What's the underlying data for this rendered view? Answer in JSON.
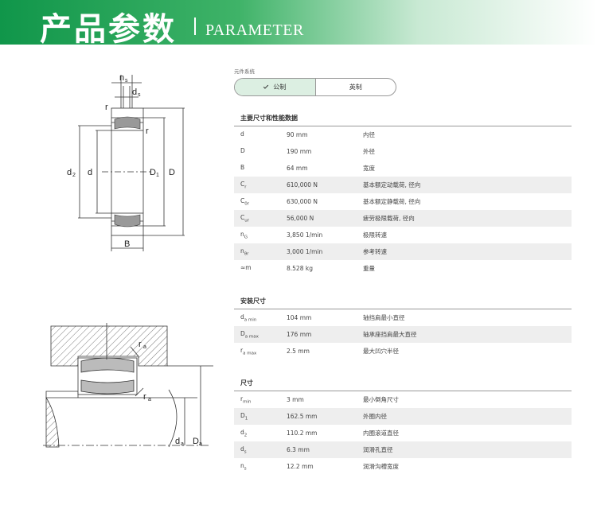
{
  "banner": {
    "title": "产品参数",
    "subtitle": "PARAMETER"
  },
  "diagram_top": {
    "labels": {
      "ns": "n",
      "ns_sub": "s",
      "ds": "d",
      "ds_sub": "s",
      "r1": "r",
      "r2": "r",
      "d2": "d",
      "d2_sub": "2",
      "d": "d",
      "D1": "D",
      "D1_sub": "1",
      "D": "D",
      "B": "B"
    }
  },
  "diagram_bottom": {
    "labels": {
      "ra1": "r",
      "ra1_sub": "a",
      "ra2": "r",
      "ra2_sub": "a",
      "da": "d",
      "da_sub": "a",
      "Da": "D",
      "Da_sub": "a"
    }
  },
  "unit_caption": "元件系统",
  "toggle": {
    "metric": "公制",
    "imperial": "英制"
  },
  "sections": [
    {
      "title": "主要尺寸和性能数据",
      "rows": [
        {
          "sym": "d",
          "sub": "",
          "value": "90 mm",
          "desc": "内径"
        },
        {
          "sym": "D",
          "sub": "",
          "value": "190 mm",
          "desc": "外径"
        },
        {
          "sym": "B",
          "sub": "",
          "value": "64 mm",
          "desc": "宽度"
        },
        {
          "sym": "C",
          "sub": "r",
          "value": "610,000 N",
          "desc": "基本额定动载荷, 径向"
        },
        {
          "sym": "C",
          "sub": "0r",
          "value": "630,000 N",
          "desc": "基本额定静载荷, 径向"
        },
        {
          "sym": "C",
          "sub": "ur",
          "value": "56,000 N",
          "desc": "疲劳极限载荷, 径向"
        },
        {
          "sym": "n",
          "sub": "G",
          "value": "3,850 1/min",
          "desc": "极限转速"
        },
        {
          "sym": "n",
          "sub": "ϑr",
          "value": "3,000 1/min",
          "desc": "参考转速"
        },
        {
          "sym": "≈m",
          "sub": "",
          "value": "8.528 kg",
          "desc": "重量"
        }
      ]
    },
    {
      "title": "安装尺寸",
      "rows": [
        {
          "sym": "d",
          "sub": "a min",
          "value": "104 mm",
          "desc": "轴挡肩最小直径"
        },
        {
          "sym": "D",
          "sub": "a max",
          "value": "176 mm",
          "desc": "轴承座挡肩最大直径"
        },
        {
          "sym": "r",
          "sub": "a max",
          "value": "2.5 mm",
          "desc": "最大凹穴半径"
        }
      ]
    },
    {
      "title": "尺寸",
      "rows": [
        {
          "sym": "r",
          "sub": "min",
          "value": "3 mm",
          "desc": "最小倒角尺寸"
        },
        {
          "sym": "D",
          "sub": "1",
          "value": "162.5 mm",
          "desc": "外圈内径"
        },
        {
          "sym": "d",
          "sub": "2",
          "value": "110.2 mm",
          "desc": "内圈滚道直径"
        },
        {
          "sym": "d",
          "sub": "s",
          "value": "6.3 mm",
          "desc": "润滑孔直径"
        },
        {
          "sym": "n",
          "sub": "s",
          "value": "12.2 mm",
          "desc": "润滑沟槽宽度"
        }
      ]
    }
  ]
}
